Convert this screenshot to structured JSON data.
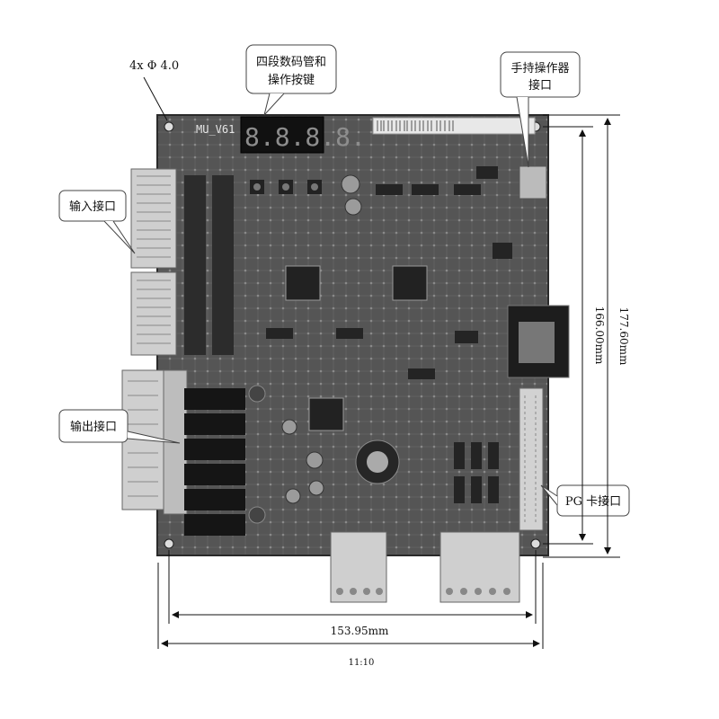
{
  "annotations": {
    "mounting_holes": "4x Φ 4.0",
    "display_keys_line1": "四段数码管和",
    "display_keys_line2": "操作按键",
    "handheld_line1": "手持操作器",
    "handheld_line2": "接口",
    "input": "输入接口",
    "output": "输出接口",
    "pg_card": "PG 卡接口"
  },
  "dimensions": {
    "inner_height": "166.00mm",
    "outer_height": "177.60mm",
    "width": "153.95mm"
  },
  "board": {
    "model_label": "MU_V61",
    "display_digits": "8.8.8.8.",
    "footer_mark": "11:10"
  },
  "colors": {
    "board": "#5a5a5a",
    "board_dark": "#3c3c3c",
    "terminal": "#c9c9c9",
    "callout_border": "#444444"
  }
}
